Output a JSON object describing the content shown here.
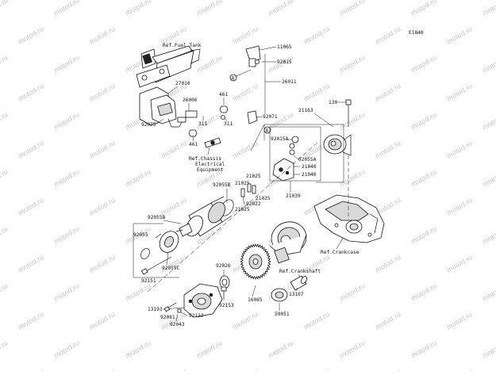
{
  "diagram_code": "E1840",
  "watermark": "motod.ru",
  "parts": {
    "p11065": "11065",
    "p92015": "92015",
    "p26011": "26011",
    "p92071": "92071",
    "p27010": "27010",
    "p26006": "26006",
    "p92075": "92075",
    "p461a": "461",
    "p461b": "461",
    "p311a": "311",
    "p311b": "311",
    "p130": "130",
    "p21163": "21163",
    "p92015A": "92015A",
    "p92055A": "92055A",
    "p21040a": "21040",
    "p21040b": "21040",
    "p21039": "21039",
    "p21025a": "21025",
    "p21025b": "21025",
    "p21025c": "21025",
    "p21025d": "21025",
    "p92022": "92022",
    "p92055B": "92055B",
    "p92055": "92055",
    "p92055C": "92055C",
    "p92151": "92151",
    "p92026": "92026",
    "p13193": "13193",
    "p92081": "92081",
    "p92122": "92122",
    "p92043": "92043",
    "p92153": "92153",
    "p16085": "16085",
    "p13107": "13107",
    "p59051": "59051"
  },
  "refs": {
    "fuel_tank": "Ref.Fuel Tank",
    "chassis_line1": "Ref.Chassis",
    "chassis_line2": "Electrical",
    "chassis_line3": "Equipment",
    "crankcase": "Ref.Crankcase",
    "crankshaft": "Ref.Crankshaft"
  },
  "callout_marker": "A"
}
